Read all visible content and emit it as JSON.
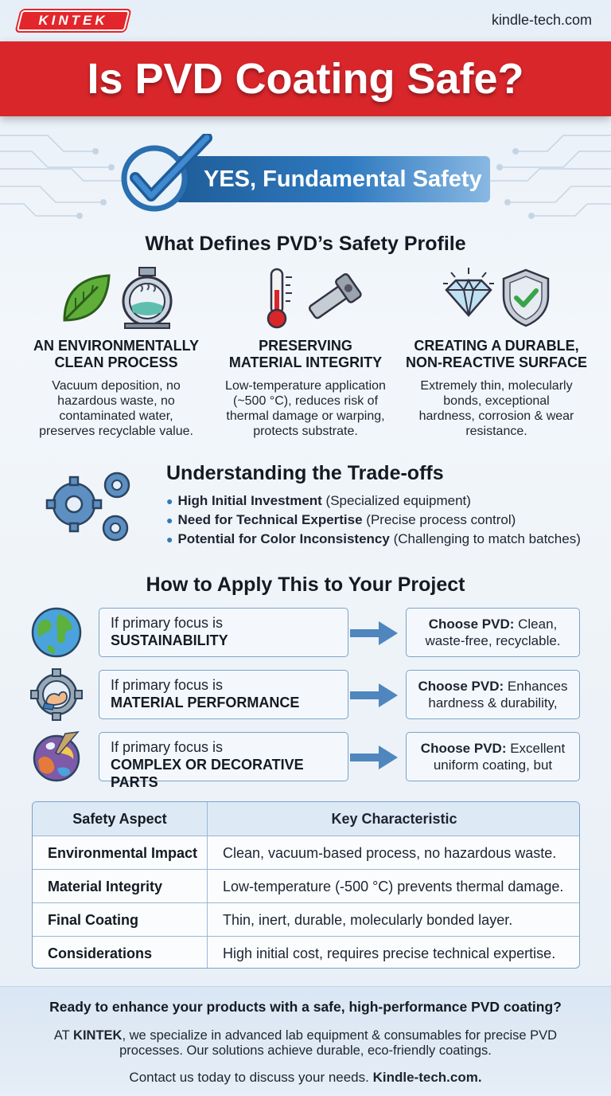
{
  "brand": {
    "logo_text": "KINTEK",
    "site": "kindle-tech.com",
    "accent": "#d8262b",
    "blue": "#2f78b9"
  },
  "title": "Is PVD Coating Safe?",
  "verdict": "YES, Fundamental Safety",
  "profile": {
    "heading": "What Defines PVD’s Safety Profile",
    "columns": [
      {
        "title_l1": "AN ENVIRONMENTALLY",
        "title_l2": "CLEAN PROCESS",
        "desc_l1": "Vacuum deposition, no",
        "desc_l2": "hazardous waste, no",
        "desc_l3": "contaminated water,",
        "desc_l4": "preserves recyclable value.",
        "icons": [
          "leaf-icon",
          "vacuum-chamber-icon"
        ]
      },
      {
        "title_l1": "PRESERVING",
        "title_l2": "MATERIAL INTEGRITY",
        "desc_l1": "Low-temperature application",
        "desc_l2": "(~500 °C), reduces risk of",
        "desc_l3": "thermal damage or warping,",
        "desc_l4": "protects substrate.",
        "icons": [
          "thermometer-icon",
          "bolt-part-icon"
        ]
      },
      {
        "title_l1": "CREATING A DURABLE,",
        "title_l2": "NON-REACTIVE SURFACE",
        "desc_l1": "Extremely thin, molecularly",
        "desc_l2": "bonds, exceptional",
        "desc_l3": "hardness, corrosion & wear",
        "desc_l4": "resistance.",
        "icons": [
          "diamond-icon",
          "shield-check-icon"
        ]
      }
    ]
  },
  "tradeoffs": {
    "heading": "Understanding the Trade-offs",
    "items": [
      {
        "bold": "High Initial Investment",
        "rest": " (Specialized equipment)"
      },
      {
        "bold": "Need for Technical Expertise",
        "rest": " (Precise process control)"
      },
      {
        "bold": "Potential for Color Inconsistency",
        "rest": " (Challenging to match batches)"
      }
    ]
  },
  "apply": {
    "heading": "How to Apply This to Your Project",
    "rows": [
      {
        "focus_l1": "If primary focus is",
        "focus_l2": "SUSTAINABILITY",
        "choice_bold": "Choose PVD:",
        "choice_a": " Clean,",
        "choice_b": "waste-free, recyclable.",
        "icon": "globe-icon"
      },
      {
        "focus_l1": "If primary focus is",
        "focus_l2": "MATERIAL PERFORMANCE",
        "choice_bold": "Choose PVD:",
        "choice_a": " Enhances",
        "choice_b": "hardness & durability,",
        "icon": "strength-gear-icon"
      },
      {
        "focus_l1": "If primary focus is",
        "focus_l2": "COMPLEX OR DECORATIVE PARTS",
        "choice_bold": "Choose PVD:",
        "choice_a": " Excellent",
        "choice_b": "uniform coating, but",
        "icon": "palette-icon"
      }
    ]
  },
  "table": {
    "headers": [
      "Safety Aspect",
      "Key Characteristic"
    ],
    "rows": [
      [
        "Environmental Impact",
        "Clean, vacuum-based process, no hazardous waste."
      ],
      [
        "Material Integrity",
        "Low-temperature (-500 °C) prevents thermal damage."
      ],
      [
        "Final Coating",
        "Thin, inert, durable, molecularly bonded layer."
      ],
      [
        "Considerations",
        "High initial cost, requires precise technical expertise."
      ]
    ]
  },
  "footer": {
    "cta": "Ready to enhance your products with a safe, high-performance PVD coating?",
    "p_pre": "AT ",
    "p_brand": "KINTEK",
    "p_l1_rest": ", we specialize in advanced lab equipment & consumables for precise PVD",
    "p_l2": "processes. Our solutions achieve durable, eco-friendly coatings.",
    "contact_pre": "Contact us today to discuss your needs. ",
    "contact_site": "Kindle-tech.com."
  }
}
